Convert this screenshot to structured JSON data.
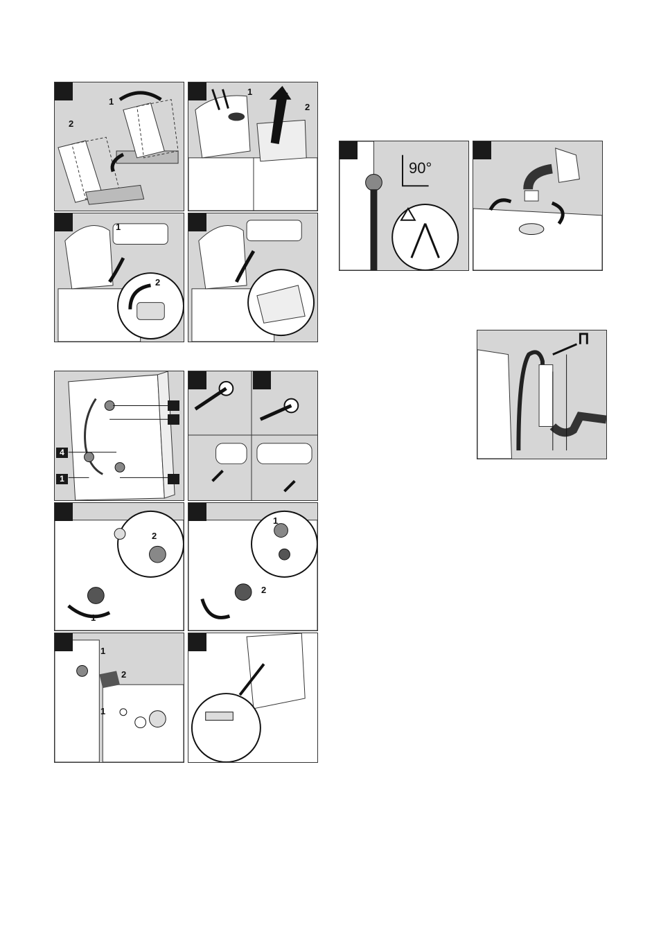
{
  "panels": {
    "p1": {
      "n1": "1",
      "n2": "2"
    },
    "p2": {
      "n1": "1",
      "n2": "2"
    },
    "p3": {
      "n1": "1",
      "n2": "2"
    },
    "p6": {
      "b_left1": "4",
      "b_left2": "1"
    },
    "p11": {
      "n1": "2",
      "n2": "1"
    },
    "p12": {
      "n1": "1",
      "n2": "2"
    },
    "p13": {
      "n1": "1",
      "n2": "2",
      "n3": "1"
    },
    "hose": {
      "angle": "90°"
    }
  },
  "colors": {
    "panel_bg": "#d6d6d6",
    "ink": "#1a1a1a",
    "paper": "#ffffff"
  }
}
